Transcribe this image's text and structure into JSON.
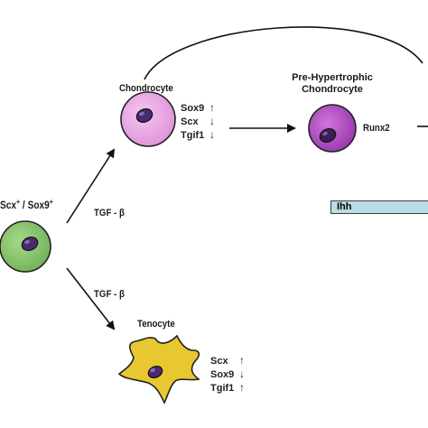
{
  "progenitor": {
    "label_scx": "Scx",
    "label_sup1": "+",
    "label_sep": " / ",
    "label_sox9": "Sox9",
    "label_sup2": "+",
    "color": "#8cc870"
  },
  "chondrocyte": {
    "title": "Chondrocyte",
    "color": "#f0a8e8",
    "markers": [
      "Sox9",
      "Scx",
      "Tgif1"
    ],
    "arrows": [
      "↑",
      "↓",
      "↓"
    ]
  },
  "pre_hypertrophic": {
    "title_line1": "Pre-Hypertrophic",
    "title_line2": "Chondrocyte",
    "marker": "Runx2",
    "color": "#b84bcc"
  },
  "ihh": {
    "label": "Ihh",
    "color": "#b8dde4"
  },
  "tenocyte": {
    "title": "Tenocyte",
    "color": "#e8c830",
    "markers": [
      "Scx",
      "Sox9",
      "Tgif1"
    ],
    "arrows": [
      "↑",
      "↓",
      "↑"
    ]
  },
  "arrow_labels": {
    "upper": "TGF - β",
    "lower": "TGF - β"
  },
  "colors": {
    "nucleus": "#4a2a70",
    "outline": "#222222"
  }
}
